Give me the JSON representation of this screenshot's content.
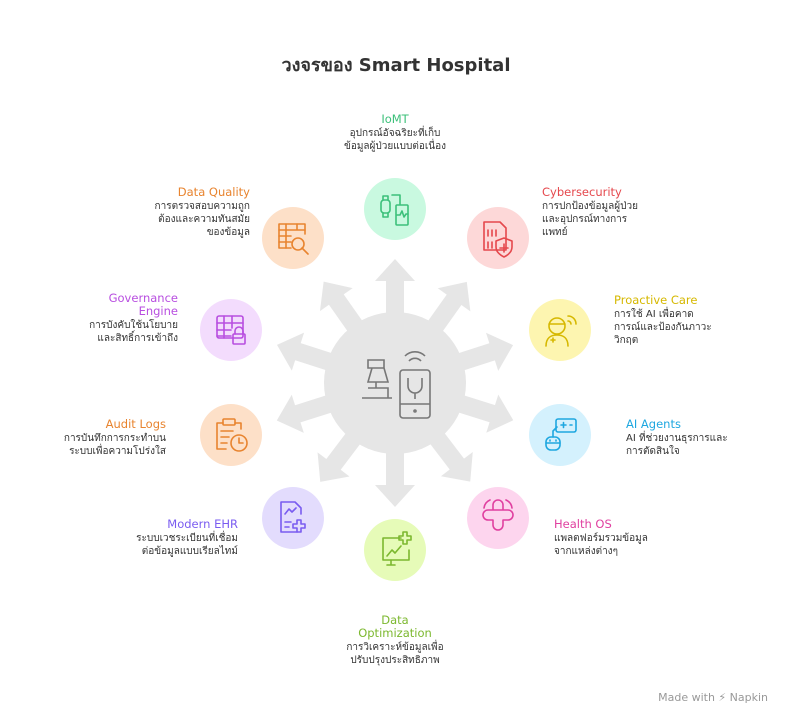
{
  "title": "วงจรของ Smart Hospital",
  "brand": "Made with ⚡ Napkin",
  "nodes": [
    {
      "id": "iomt",
      "title": "IoMT",
      "desc": [
        "อุปกรณ์อัจฉริยะที่เก็บ",
        "ข้อมูลผู้ป่วยแบบต่อเนื่อง"
      ],
      "color": "#3cc07a",
      "bg": "#c9f9e0",
      "icon": "wearable-device-icon"
    },
    {
      "id": "cyber",
      "title": "Cybersecurity",
      "desc": [
        "การปกป้องข้อมูลผู้ป่วย",
        "และอุปกรณ์ทางการ",
        "แพทย์"
      ],
      "color": "#e5484d",
      "bg": "#fdd8d8",
      "icon": "shield-data-icon"
    },
    {
      "id": "proactive",
      "title": "Proactive Care",
      "desc": [
        "การใช้ AI เพื่อคาด",
        "การณ์และป้องกันภาวะ",
        "วิกฤต"
      ],
      "color": "#d6b800",
      "bg": "#fdf5b0",
      "icon": "doctor-signal-icon"
    },
    {
      "id": "agents",
      "title": "AI Agents",
      "desc": [
        "AI ที่ช่วยงานธุรการและ",
        "การตัดสินใจ"
      ],
      "color": "#1ea7e0",
      "bg": "#d4f1fd",
      "icon": "robot-icon"
    },
    {
      "id": "healthos",
      "title": "Health OS",
      "desc": [
        "แพลตฟอร์มรวมข้อมูล",
        "จากแหล่งต่างๆ"
      ],
      "color": "#e040a0",
      "bg": "#fdd5ee",
      "icon": "medical-cross-signal-icon"
    },
    {
      "id": "dataopt",
      "title": "Data Optimization",
      "titleLines": [
        "Data",
        "Optimization"
      ],
      "desc": [
        "การวิเคราะห์ข้อมูลเพื่อ",
        "ปรับปรุงประสิทธิภาพ"
      ],
      "color": "#7cb82f",
      "bg": "#e6fbb8",
      "icon": "monitor-chart-icon"
    },
    {
      "id": "ehr",
      "title": "Modern EHR",
      "desc": [
        "ระบบเวชระเบียนที่เชื่อม",
        "ต่อข้อมูลแบบเรียลไทม์"
      ],
      "color": "#7a5cf0",
      "bg": "#e3dcfd",
      "icon": "medical-record-icon"
    },
    {
      "id": "audit",
      "title": "Audit Logs",
      "desc": [
        "การบันทึกการกระทำบน",
        "ระบบเพื่อความโปร่งใส"
      ],
      "color": "#e8842f",
      "bg": "#fde0c8",
      "icon": "clipboard-clock-icon"
    },
    {
      "id": "gov",
      "title": "Governance Engine",
      "titleLines": [
        "Governance",
        "Engine"
      ],
      "desc": [
        "การบังคับใช้นโยบาย",
        "และสิทธิ์การเข้าถึง"
      ],
      "color": "#b84ee0",
      "bg": "#f3dcfd",
      "icon": "table-lock-icon"
    },
    {
      "id": "dq",
      "title": "Data Quality",
      "desc": [
        "การตรวจสอบความถูก",
        "ต้องและความทันสมัย",
        "ของข้อมูล"
      ],
      "color": "#e8842f",
      "bg": "#fde0c8",
      "icon": "table-search-icon"
    }
  ]
}
